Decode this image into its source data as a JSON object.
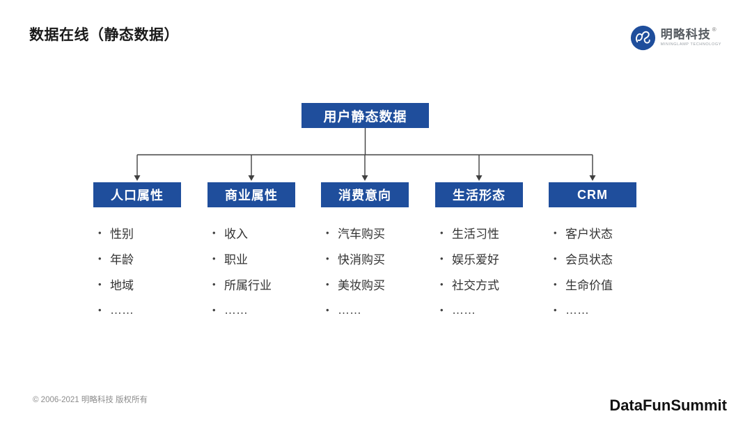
{
  "header": {
    "title": "数据在线（静态数据）",
    "logo": {
      "name": "明略科技",
      "registered": "®",
      "subtitle": "MININGLAMP TECHNOLOGY"
    }
  },
  "tree": {
    "root": "用户静态数据",
    "columns": [
      {
        "label": "人口属性",
        "items": [
          "性别",
          "年龄",
          "地域",
          "……"
        ]
      },
      {
        "label": "商业属性",
        "items": [
          "收入",
          "职业",
          "所属行业",
          "……"
        ]
      },
      {
        "label": "消费意向",
        "items": [
          "汽车购买",
          "快消购买",
          "美妆购买",
          "……"
        ]
      },
      {
        "label": "生活形态",
        "items": [
          "生活习性",
          "娱乐爱好",
          "社交方式",
          "……"
        ]
      },
      {
        "label": "CRM",
        "items": [
          "客户状态",
          "会员状态",
          "生命价值",
          "……"
        ]
      }
    ]
  },
  "footer": {
    "copyright": "© 2006-2021 明略科技 版权所有",
    "brand": "DataFunSummit"
  },
  "icons": {
    "logo_icon": "mininglamp-circle-logo",
    "bullet": "•"
  },
  "colors": {
    "node_blue": "#1F4E9C",
    "connector": "#404040",
    "title_text": "#1A1A1A",
    "list_text": "#333333",
    "footer_text": "#8C8C8C",
    "logo_blue": "#1F4E9C"
  }
}
